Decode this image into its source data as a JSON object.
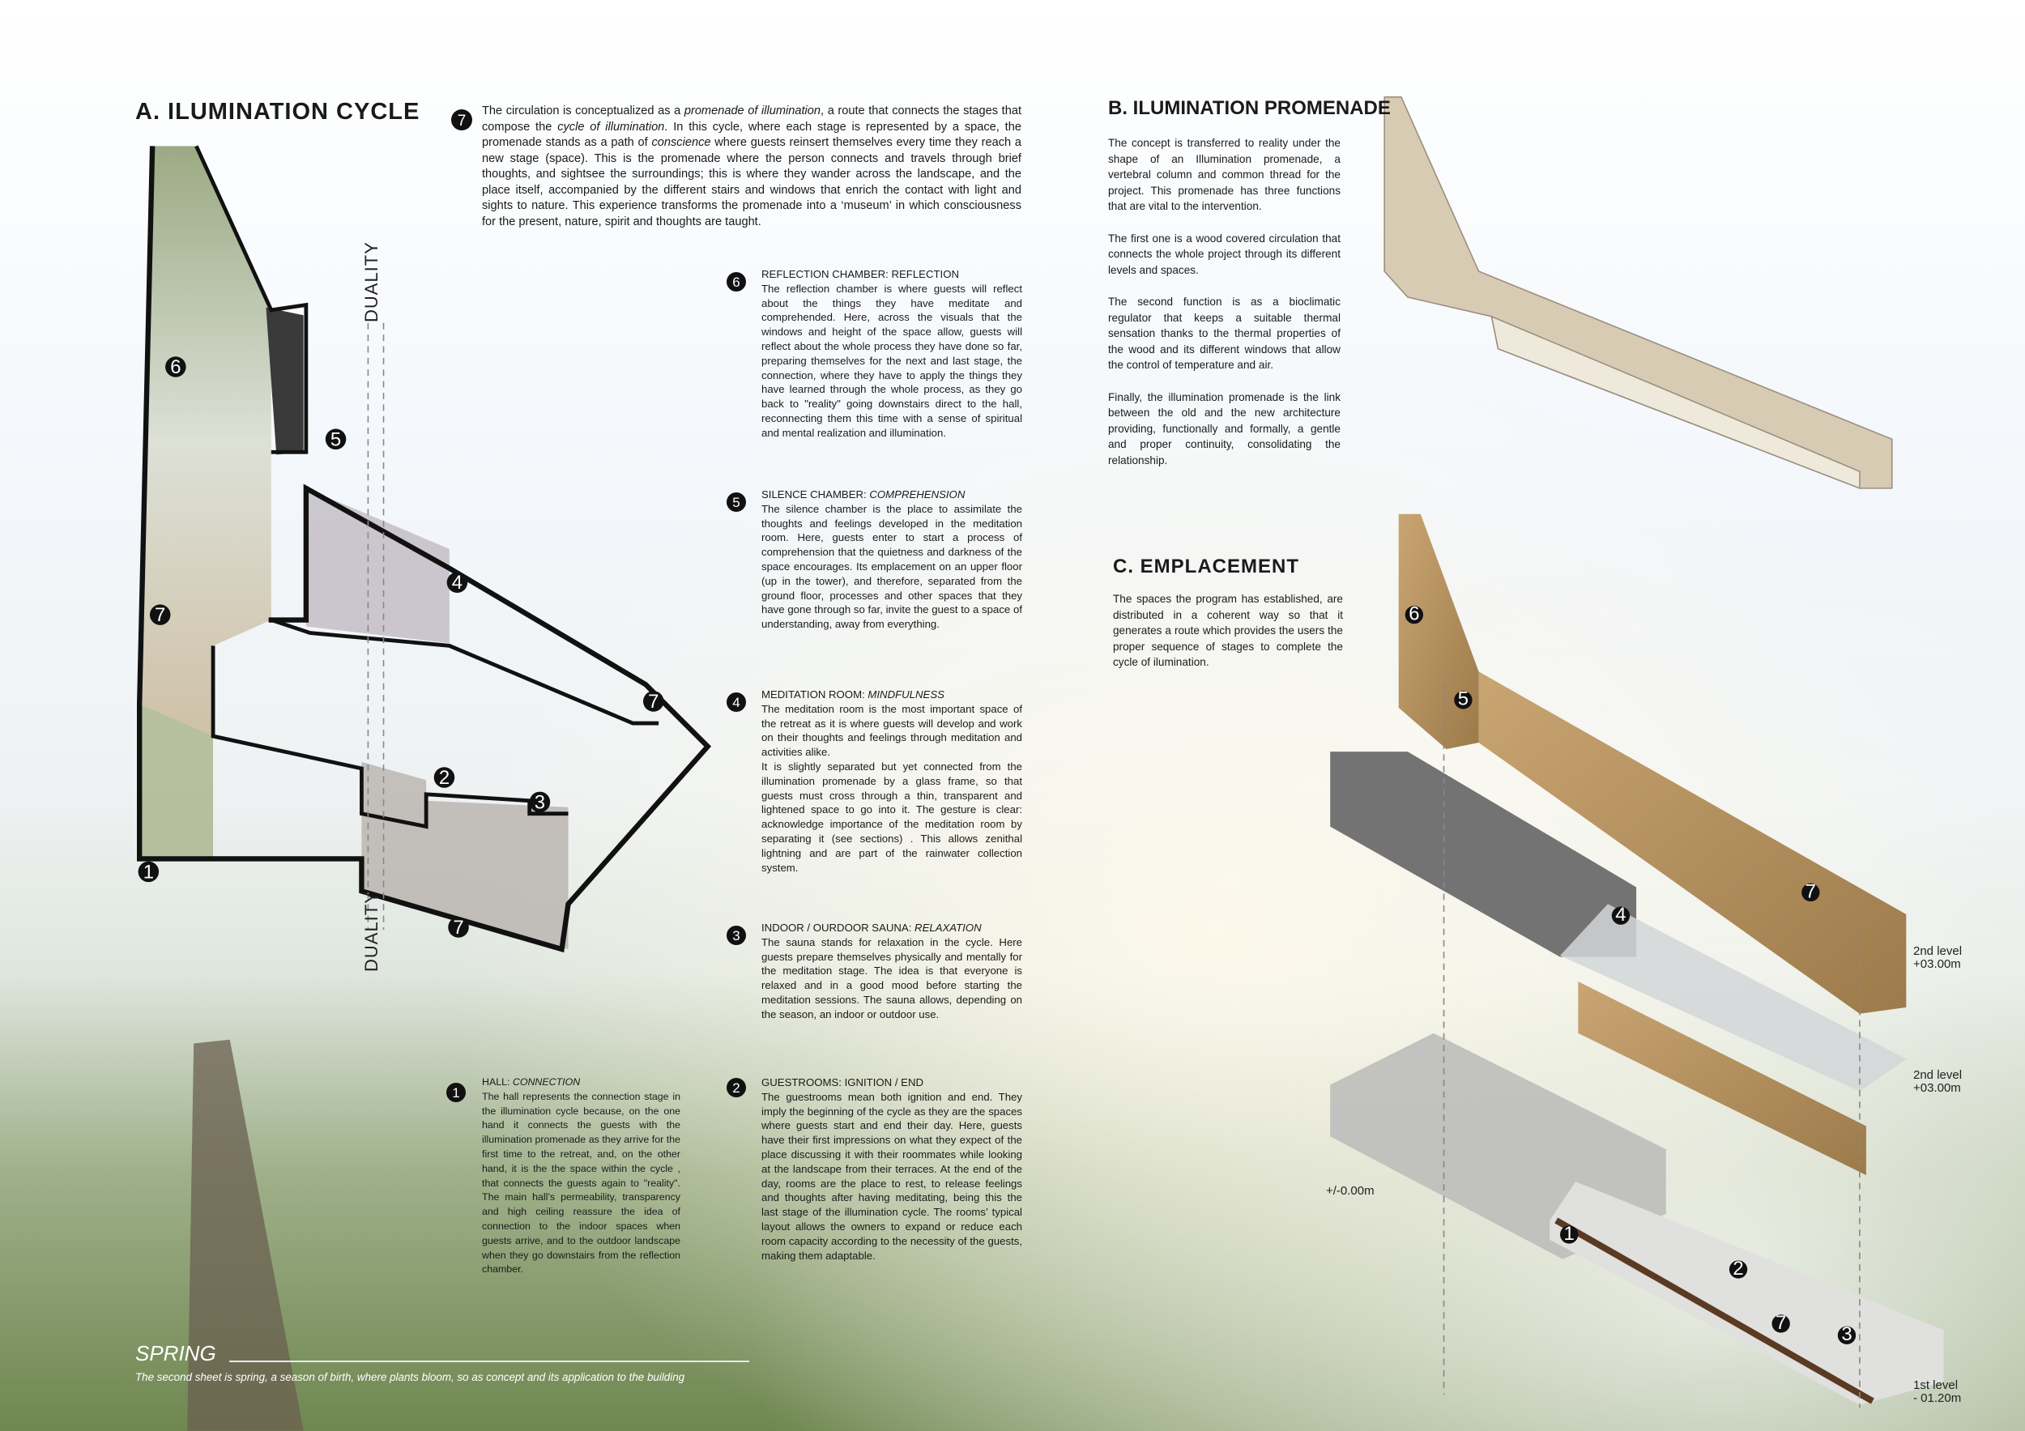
{
  "section_a": {
    "title": "A. ILUMINATION CYCLE",
    "duality_label": "DUALITY",
    "intro_number": "7",
    "intro": [
      "The circulation is conceptualized as a ",
      "promenade of illumination",
      ", a route that connects the stages that compose the ",
      "cycle of illumination",
      ". In this cycle, where each stage is represented by a space, the promenade stands as a path of ",
      "conscience",
      " where guests reinsert themselves every time they reach a new stage (space). This is the promenade where the person connects and travels through brief thoughts, and sightsee the surroundings; this is where they wander across the landscape, and the place itself, accompanied by the different stairs and windows that enrich the contact with light and sights to nature.  This experience transforms the promenade into a ‘museum’ in which consciousness for the present, nature, spirit and thoughts are taught."
    ],
    "stages": [
      {
        "number": "6",
        "title": "REFLECTION CHAMBER: ",
        "subtitle": "REFLECTION",
        "body": "The reflection chamber is where guests will reflect about the things they have meditate and comprehended. Here, across the visuals that the windows and height of the space allow, guests will reflect about the whole process they have done so far, preparing themselves for the next and last stage, the connection, where they have to apply the things they have learned through the whole process, as they go back to \"reality\" going downstairs direct to the hall, reconnecting them this time with a sense of spiritual and mental realization and illumination."
      },
      {
        "number": "5",
        "title": "SILENCE CHAMBER: ",
        "subtitle": "COMPREHENSION",
        "body": "The silence chamber is the place to assimilate the thoughts and feelings developed in the meditation room. Here, guests enter to start a process of comprehension that the quietness and darkness of the space encourages. Its emplacement on an upper floor (up in the tower), and therefore, separated from the ground floor, processes and other spaces that they have gone through so far, invite the guest to a space of understanding, away from everything."
      },
      {
        "number": "4",
        "title": "MEDITATION ROOM: ",
        "subtitle": "MINDFULNESS",
        "body": "The meditation room is the most important space of the retreat as it is where guests will develop and work on their thoughts and feelings through meditation and activities alike.",
        "body2": "It is slightly separated but yet connected from the illumination promenade by a glass frame, so that guests must cross through a thin, transparent and lightened space to go into it. The gesture is clear: acknowledge importance of the meditation room by separating it (see sections) .  This allows zenithal lightning and are part of the rainwater collection system."
      },
      {
        "number": "3",
        "title": "INDOOR  / OURDOOR SAUNA: ",
        "subtitle": "RELAXATION",
        "body": "The sauna stands for relaxation in the cycle. Here guests prepare themselves physically and mentally for the meditation stage. The idea is that everyone is relaxed and in a good mood before starting the meditation sessions. The sauna allows, depending on the season, an indoor or outdoor use."
      },
      {
        "number": "2",
        "title": "GUESTROOMS: IGNITION / END",
        "subtitle": "",
        "body": "The guestrooms mean both ignition and end. They imply the beginning of the cycle as they are the spaces where guests start and end their day. Here, guests have their first impressions on what they expect of the place discussing it with their roommates while looking at the landscape from their terraces. At the end of the day, rooms are the place to rest, to release feelings and thoughts after having meditating, being this the last stage of the illumination cycle. The rooms’ typical layout allows the owners to expand or reduce each room capacity according to the necessity of the guests, making them adaptable."
      },
      {
        "number": "1",
        "title": "HALL: ",
        "subtitle": "CONNECTION",
        "body": "The hall represents the connection stage in the illumination cycle because, on the one hand it connects the guests with the illumination promenade as they arrive for the first time to the retreat, and, on the other hand, it is the the space  within the cycle , that connects the guests again to \"reality\". The main hall’s permeability, transparency and high ceiling reassure the idea of connection to the indoor spaces when guests arrive, and to the outdoor landscape when they go downstairs from the reflection chamber."
      }
    ],
    "diagram_markers": [
      "6",
      "5",
      "4",
      "7",
      "7",
      "2",
      "3",
      "1",
      "7"
    ]
  },
  "section_b": {
    "title": "B. ILUMINATION PROMENADE",
    "paragraphs": [
      "The concept is transferred to reality under the shape of an Illumination promenade, a vertebral column and common thread for the project. This promenade has three functions that are vital to the intervention.",
      "The first one is a wood covered circulation that connects the whole project through its different levels and spaces.",
      "The second function is as a bioclimatic regulator that keeps a suitable thermal sensation thanks to the thermal properties of the wood and its different windows that allow the control of temperature and air.",
      "Finally, the illumination promenade is the link between the old and the new architecture providing, functionally and formally, a gentle and proper continuity, consolidating the relationship."
    ]
  },
  "section_c": {
    "title": "C. EMPLACEMENT",
    "text": "The spaces the program has established, are distributed in a coherent way so that it generates a route which provides the users the proper sequence of stages to complete the cycle of ilumination.",
    "markers": [
      "6",
      "5",
      "4",
      "7",
      "1",
      "2",
      "7",
      "3"
    ],
    "levels": [
      {
        "name": "2nd level",
        "value": "+03.00m"
      },
      {
        "name": "2nd level",
        "value": "+03.00m"
      },
      {
        "name": "1st level",
        "value": "- 01.20m"
      }
    ],
    "ground_level": "+/-0.00m"
  },
  "footer": {
    "season": "SPRING",
    "caption": "The second sheet is spring, a season of birth, where plants bloom, so as concept and its application to the building"
  },
  "colors": {
    "wood": "#b89663",
    "marker": "#111111",
    "concrete": "#bdbdbb",
    "glass": "#d9dde0"
  }
}
